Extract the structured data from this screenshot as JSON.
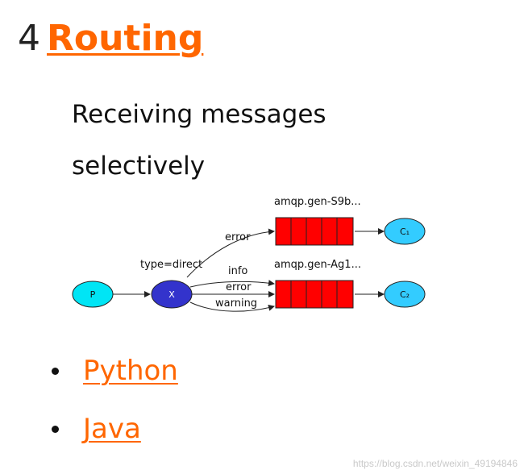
{
  "heading": {
    "number": "4",
    "title": "Routing"
  },
  "subtitle": "Receiving messages selectively",
  "diagram": {
    "producer": "P",
    "exchange": "X",
    "exchange_type": "type=direct",
    "queue1_name": "amqp.gen-S9b...",
    "queue2_name": "amqp.gen-Ag1...",
    "binding1": "error",
    "binding2_info": "info",
    "binding2_error": "error",
    "binding2_warning": "warning",
    "consumer1": "C₁",
    "consumer2": "C₂",
    "colors": {
      "producer": "#00e5f5",
      "exchange": "#3333cc",
      "queue": "#ff0000",
      "consumer": "#33ccff"
    }
  },
  "links": [
    {
      "label": "Python"
    },
    {
      "label": "Java"
    }
  ],
  "watermark": "https://blog.csdn.net/weixin_49194846"
}
